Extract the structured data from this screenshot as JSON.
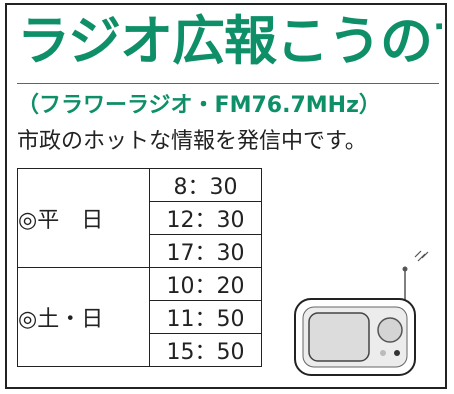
{
  "title": "ラジオ広報こうのす",
  "subtitle": "（フラワーラジオ・FM76.7MHz）",
  "description": "市政のホットな情報を発信中です。",
  "schedule": [
    {
      "day": "◎平　日",
      "times": [
        "8：30",
        "12：30",
        "17：30"
      ]
    },
    {
      "day": "◎土・日",
      "times": [
        "10：20",
        "11：50",
        "15：50"
      ]
    }
  ],
  "colors": {
    "title": "#0e8f68",
    "text": "#222222",
    "border": "#222222"
  },
  "illustration": {
    "icon": "radio-icon"
  }
}
